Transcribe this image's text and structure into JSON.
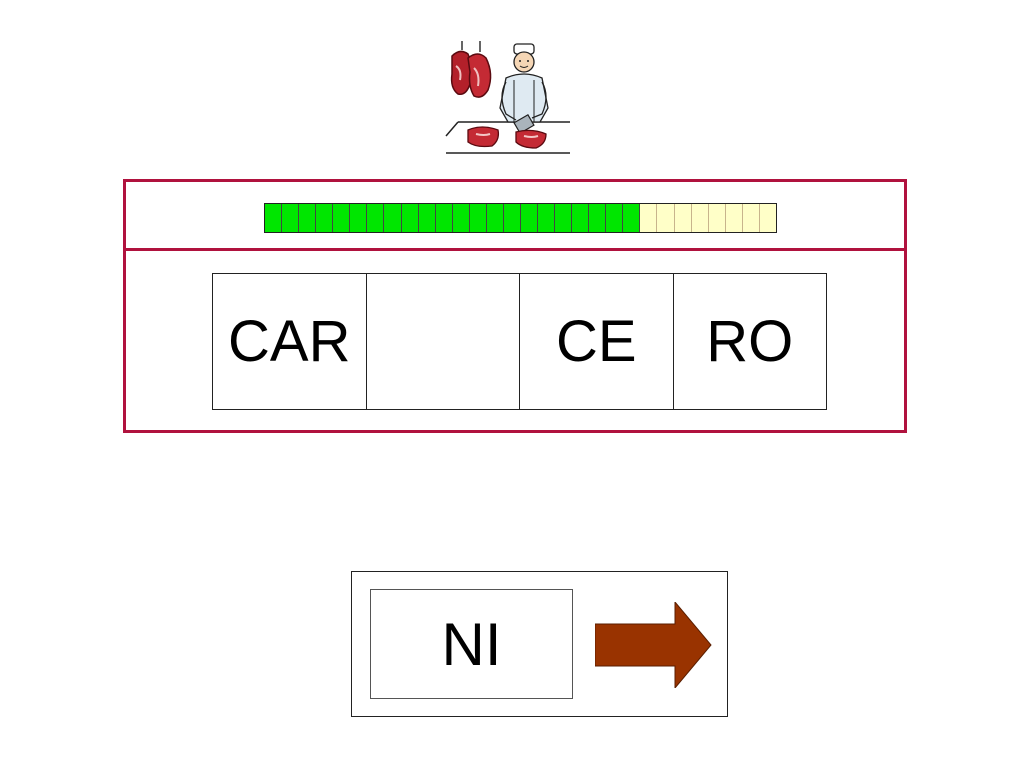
{
  "illustration": {
    "icon": "butcher-icon"
  },
  "progress": {
    "completed": 22,
    "total": 30,
    "done_color": "#00e600",
    "todo_color": "#ffffc8"
  },
  "word_slots": [
    {
      "text": "CAR"
    },
    {
      "text": ""
    },
    {
      "text": "CE"
    },
    {
      "text": "RO"
    }
  ],
  "answer": {
    "tile_text": "NI",
    "arrow_icon": "right-arrow-icon",
    "arrow_color": "#993300"
  },
  "colors": {
    "panel_border": "#b0123e"
  }
}
